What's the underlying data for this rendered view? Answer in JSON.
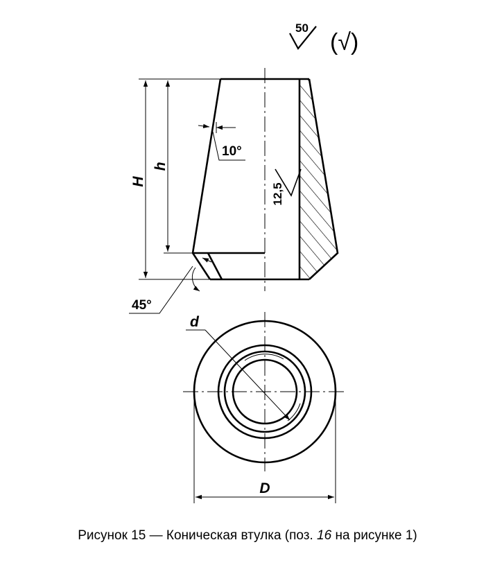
{
  "figure": {
    "roughness_top_value": "50",
    "roughness_bracket": "(√)",
    "labels": {
      "H": "H",
      "h": "h",
      "angle_taper": "10°",
      "roughness_inner": "12,5",
      "angle_chamfer": "45°",
      "d": "d",
      "D": "D"
    }
  },
  "caption": {
    "prefix": "Рисунок 15 — Коническая втулка (поз. ",
    "item": "16",
    "suffix": " на рисунке 1)"
  }
}
